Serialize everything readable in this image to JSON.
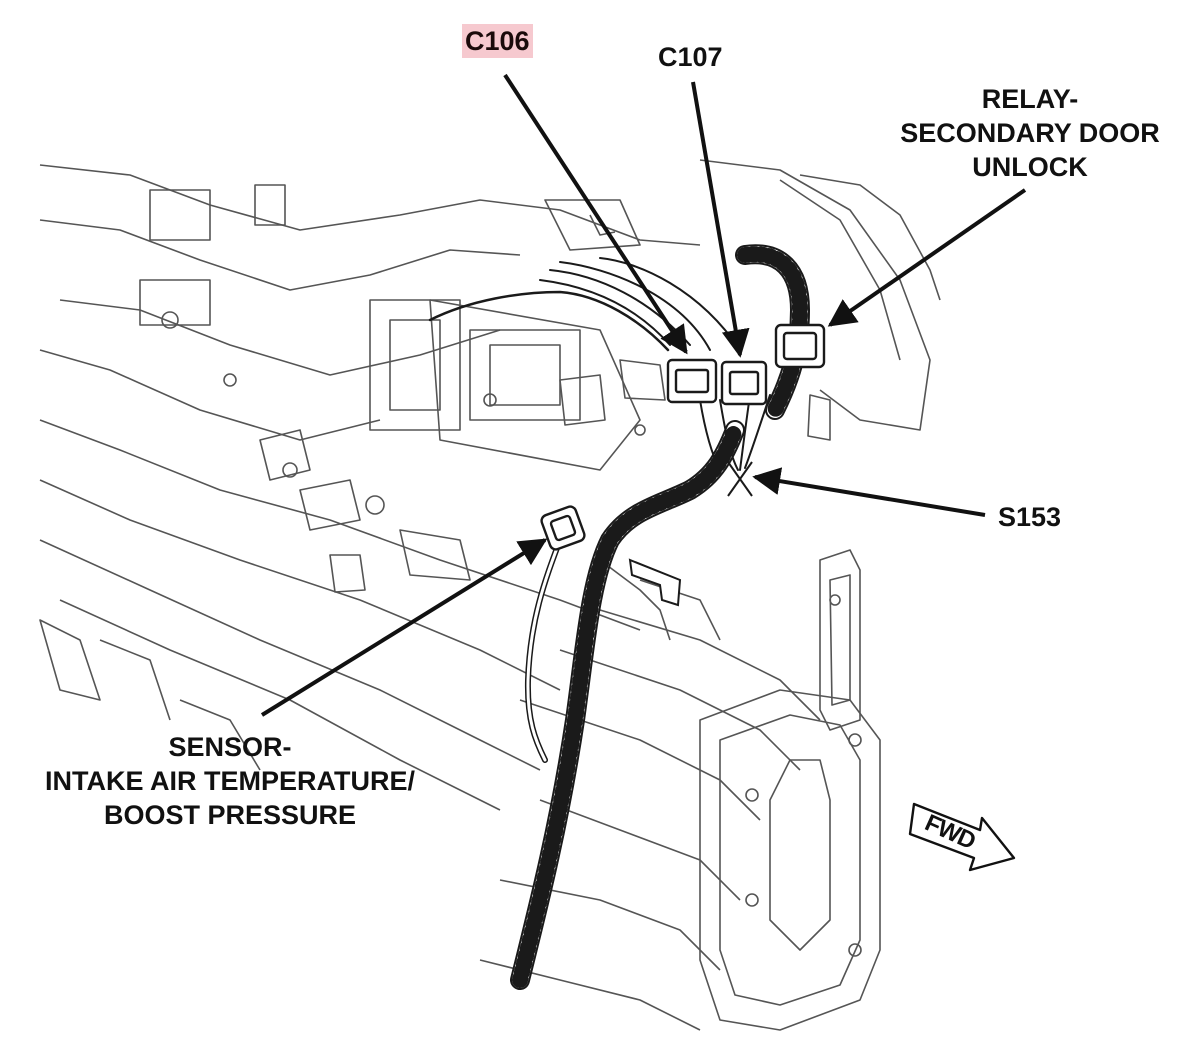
{
  "labels": {
    "c106": "C106",
    "c107": "C107",
    "relay": [
      "RELAY-",
      "SECONDARY DOOR",
      "UNLOCK"
    ],
    "s153": "S153",
    "sensor": [
      "SENSOR-",
      "INTAKE AIR TEMPERATURE/",
      "BOOST PRESSURE"
    ],
    "fwd": "FWD"
  },
  "colors": {
    "line": "#222222",
    "highlight": "#f6c9cf",
    "harness": "#1a1a1a"
  }
}
